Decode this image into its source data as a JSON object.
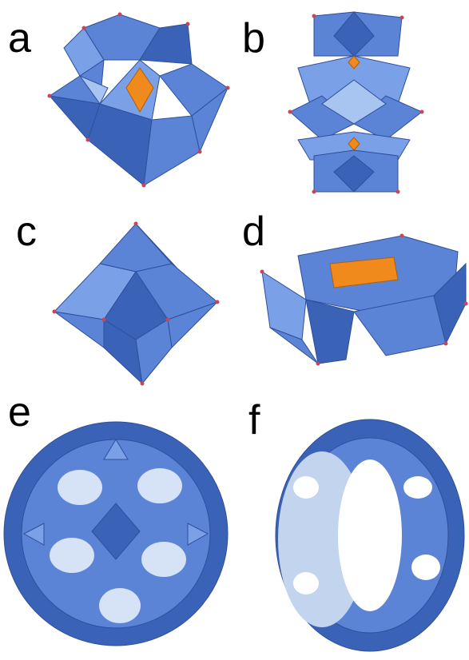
{
  "colors": {
    "polyhedron": "#5b84d6",
    "polyhedron_dark": "#3a63b8",
    "polyhedron_light": "#a8c4f0",
    "heteroatom": "#f08a1c",
    "vertex": "#c8445a"
  },
  "panels": [
    {
      "label": "a"
    },
    {
      "label": "b"
    },
    {
      "label": "c"
    },
    {
      "label": "d"
    },
    {
      "label": "e"
    },
    {
      "label": "f"
    }
  ]
}
